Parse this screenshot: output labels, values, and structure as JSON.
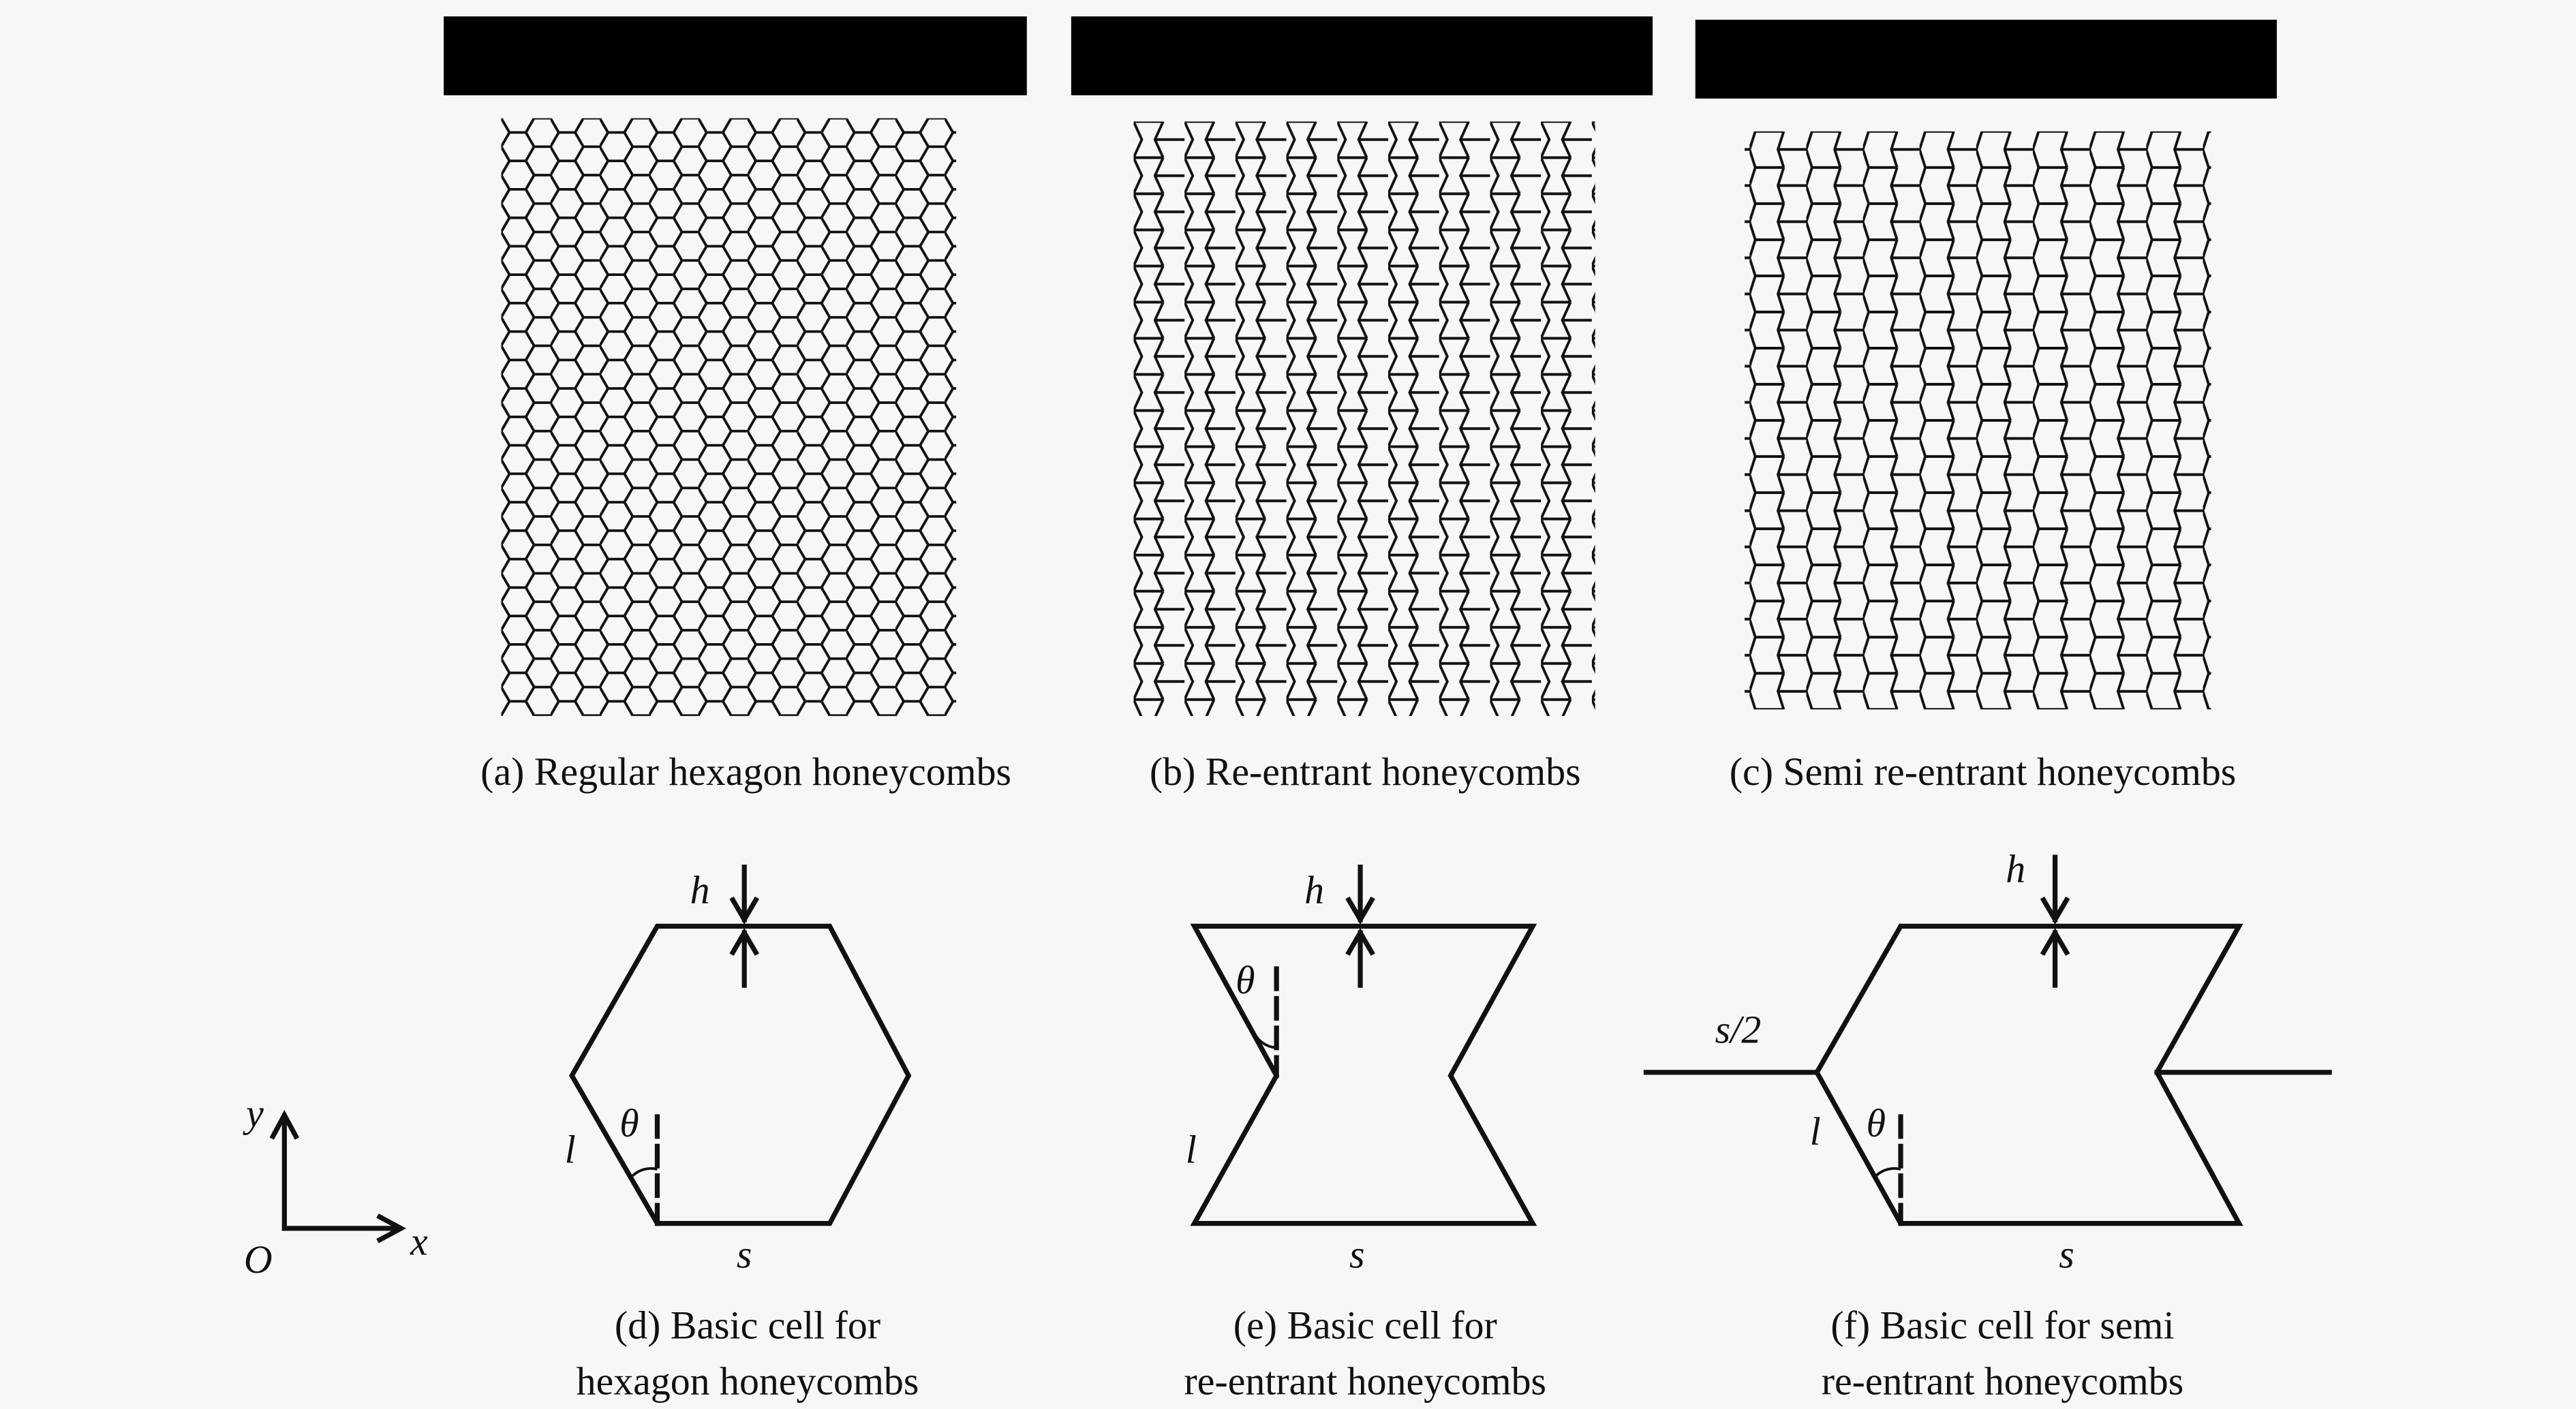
{
  "panels": {
    "a": {
      "caption": "(a) Regular hexagon honeycombs"
    },
    "b": {
      "caption": "(b) Re-entrant honeycombs"
    },
    "c": {
      "caption": "(c) Semi re-entrant honeycombs"
    },
    "d": {
      "caption_line1": "(d) Basic cell for",
      "caption_line2": "hexagon honeycombs",
      "h": "h",
      "theta": "θ",
      "l": "l",
      "s": "s"
    },
    "e": {
      "caption_line1": "(e) Basic cell for",
      "caption_line2": "re-entrant honeycombs",
      "h": "h",
      "theta": "θ",
      "l": "l",
      "s": "s"
    },
    "f": {
      "caption_line1": "(f) Basic cell for semi",
      "caption_line2": "re-entrant honeycombs",
      "h": "h",
      "theta": "θ",
      "l": "l",
      "s": "s",
      "s_half": "s/2"
    }
  },
  "axes": {
    "y": "y",
    "x": "x",
    "origin": "O"
  },
  "colors": {
    "line": "#111111",
    "background": "#f7f7f7",
    "bar": "#000000"
  }
}
